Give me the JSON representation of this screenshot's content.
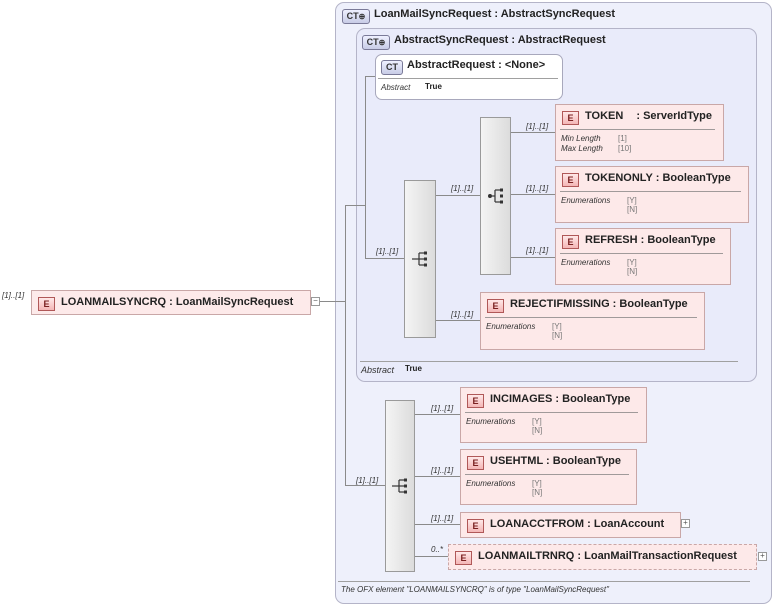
{
  "root": {
    "cardinality": "[1]..[1]",
    "name": "LOANMAILSYNCRQ",
    "type": "LoanMailSyncRequest"
  },
  "outer_ct": {
    "badge": "CT",
    "name": "LoanMailSyncRequest",
    "base": "AbstractSyncRequest"
  },
  "inner_ct": {
    "badge": "CT",
    "name": "AbstractSyncRequest",
    "base": "AbstractRequest",
    "abstract_label": "Abstract",
    "abstract_value": "True"
  },
  "abstract_ct": {
    "badge": "CT",
    "name": "AbstractRequest",
    "base": "<None>",
    "abstract_label": "Abstract",
    "abstract_value": "True"
  },
  "elements": {
    "token": {
      "badge": "E",
      "name": "TOKEN",
      "type": "ServerIdType",
      "cardinality": "[1]..[1]",
      "facet1_label": "Min Length",
      "facet1_value": "[1]",
      "facet2_label": "Max Length",
      "facet2_value": "[10]"
    },
    "tokenonly": {
      "badge": "E",
      "name": "TOKENONLY",
      "type": "BooleanType",
      "cardinality": "[1]..[1]",
      "enum_label": "Enumerations",
      "enum_values": [
        "[Y]",
        "[N]"
      ]
    },
    "refresh": {
      "badge": "E",
      "name": "REFRESH",
      "type": "BooleanType",
      "cardinality": "[1]..[1]",
      "enum_label": "Enumerations",
      "enum_values": [
        "[Y]",
        "[N]"
      ]
    },
    "rejectifmissing": {
      "badge": "E",
      "name": "REJECTIFMISSING",
      "type": "BooleanType",
      "cardinality": "[1]..[1]",
      "enum_label": "Enumerations",
      "enum_values": [
        "[Y]",
        "[N]"
      ]
    },
    "incimages": {
      "badge": "E",
      "name": "INCIMAGES",
      "type": "BooleanType",
      "cardinality": "[1]..[1]",
      "enum_label": "Enumerations",
      "enum_values": [
        "[Y]",
        "[N]"
      ]
    },
    "usehtml": {
      "badge": "E",
      "name": "USEHTML",
      "type": "BooleanType",
      "cardinality": "[1]..[1]",
      "enum_label": "Enumerations",
      "enum_values": [
        "[Y]",
        "[N]"
      ]
    },
    "loanacctfrom": {
      "badge": "E",
      "name": "LOANACCTFROM",
      "type": "LoanAccount",
      "cardinality": "[1]..[1]"
    },
    "loanmailtrnrq": {
      "badge": "E",
      "name": "LOANMAILTRNRQ",
      "type": "LoanMailTransactionRequest",
      "cardinality": "0..*"
    }
  },
  "sequences": {
    "inner_seq": {
      "cardinality": "[1]..[1]"
    },
    "inner_choice": {
      "cardinality": "[1]..[1]"
    },
    "outer_seq": {
      "cardinality": "[1]..[1]"
    }
  },
  "separator": " : ",
  "expander_plus": "+",
  "expander_minus": "−",
  "footer": "The OFX element \"LOANMAILSYNCRQ\" is of type \"LoanMailSyncRequest\""
}
